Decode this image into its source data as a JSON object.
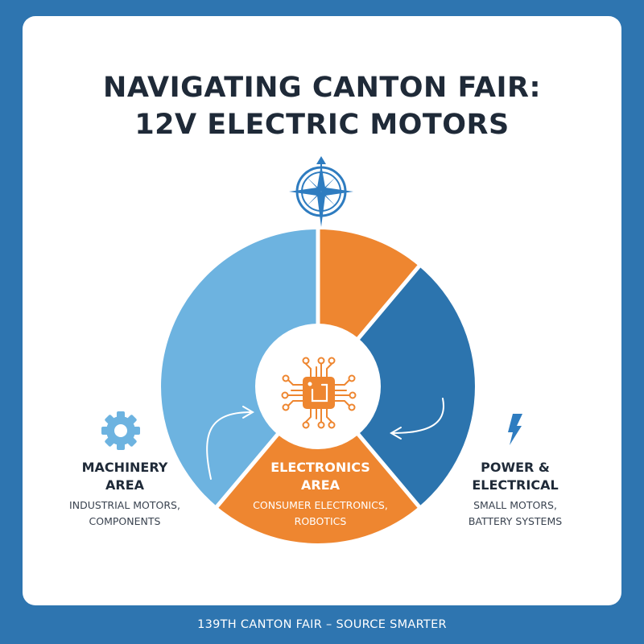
{
  "title": {
    "line1": "NAVIGATING CANTON FAIR:",
    "line2": "12V ELECTRIC MOTORS"
  },
  "colors": {
    "frame": "#2E75B0",
    "light_blue": "#6DB3E0",
    "dark_blue": "#2C74AE",
    "orange": "#EE8630",
    "text_dark": "#1F2A38"
  },
  "icons": {
    "top": "compass-icon",
    "center": "chip-icon",
    "left": "gear-icon",
    "right": "lightning-icon"
  },
  "sections": [
    {
      "key": "machinery",
      "title_line1": "MACHINERY",
      "title_line2": "AREA",
      "desc_line1": "INDUSTRIAL MOTORS,",
      "desc_line2": "COMPONENTS",
      "color": "#6DB3E0"
    },
    {
      "key": "electronics",
      "title_line1": "ELECTRONICS",
      "title_line2": "AREA",
      "desc_line1": "CONSUMER ELECTRONICS,",
      "desc_line2": "ROBOTICS",
      "color": "#EE8630"
    },
    {
      "key": "power",
      "title_line1": "POWER &",
      "title_line2": "ELECTRICAL",
      "desc_line1": "SMALL MOTORS,",
      "desc_line2": "BATTERY SYSTEMS",
      "color": "#2C74AE"
    }
  ],
  "footer": {
    "text": "139TH CANTON FAIR – SOURCE SMARTER"
  }
}
